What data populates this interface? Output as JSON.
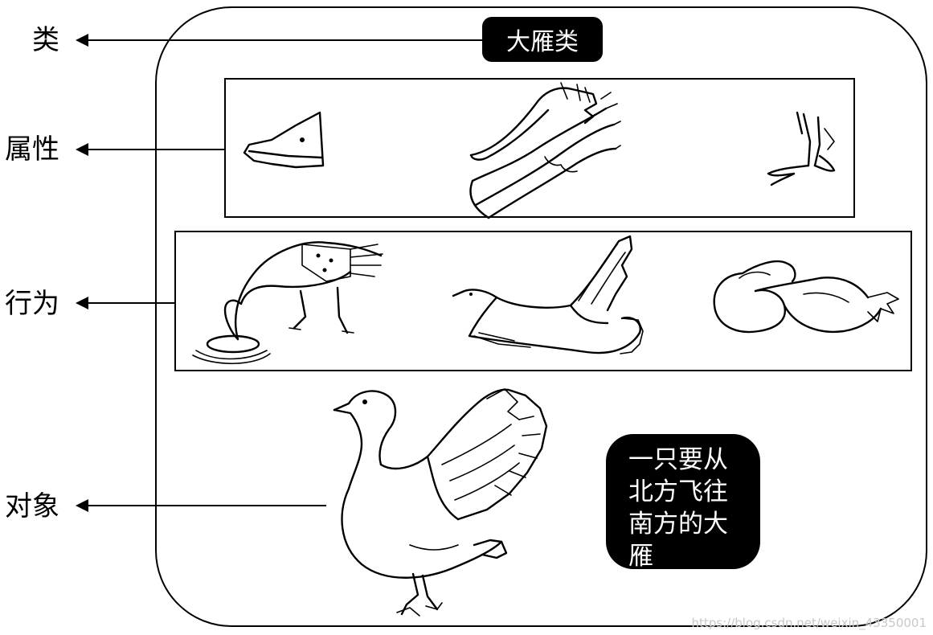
{
  "labels": {
    "class": "类",
    "attributes": "属性",
    "behaviors": "行为",
    "object": "对象"
  },
  "class_name": "大雁类",
  "object_note": "一只要从北方飞往南方的大雁",
  "watermark": "https://blog.csdn.net/weixin_43350001",
  "icons": {
    "attributes": [
      "beak-icon",
      "wing-icon",
      "foot-icon"
    ],
    "behaviors": [
      "goose-eating-icon",
      "goose-flying-icon",
      "goose-sleeping-icon"
    ],
    "object": "goose-icon"
  }
}
